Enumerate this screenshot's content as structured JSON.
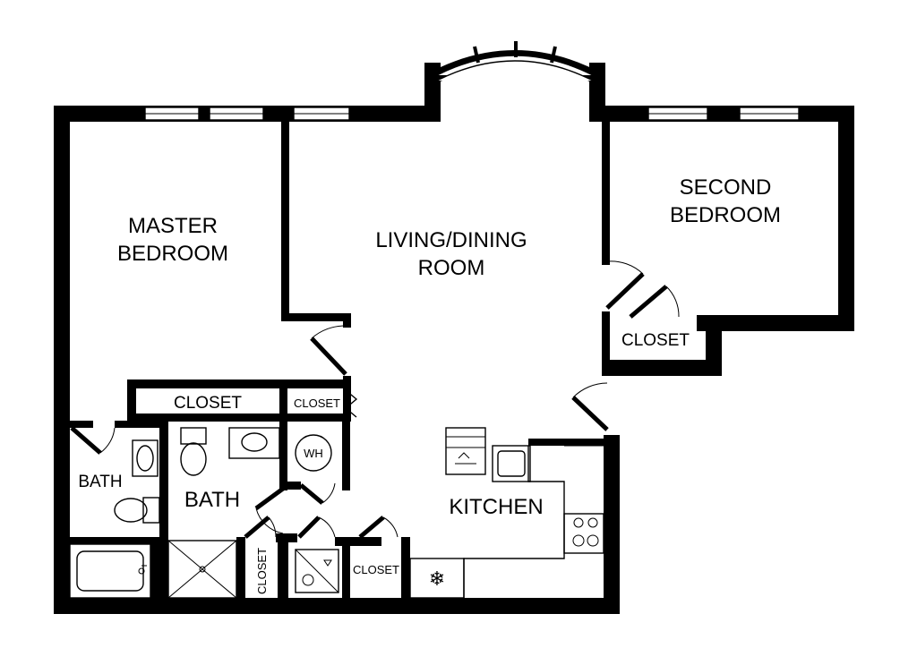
{
  "rooms": {
    "master_bedroom": [
      "MASTER",
      "BEDROOM"
    ],
    "living_dining": [
      "LIVING/DINING",
      "ROOM"
    ],
    "second_bedroom": [
      "SECOND",
      "BEDROOM"
    ],
    "kitchen": "KITCHEN",
    "bath_main": "BATH",
    "bath_small": "BATH"
  },
  "closets": {
    "master_closet": "CLOSET",
    "small_closet": "CLOSET",
    "second_closet": "CLOSET",
    "vertical_closet": "CLOSET",
    "bottom_closet": "CLOSET"
  },
  "fixtures": {
    "water_heater": "WH"
  },
  "icons": {
    "refrigerator": "snowflake-icon",
    "stove": "cooktop-icon",
    "sink": "sink-icon",
    "washer": "washer-icon",
    "dishwasher": "dishwasher-icon"
  }
}
